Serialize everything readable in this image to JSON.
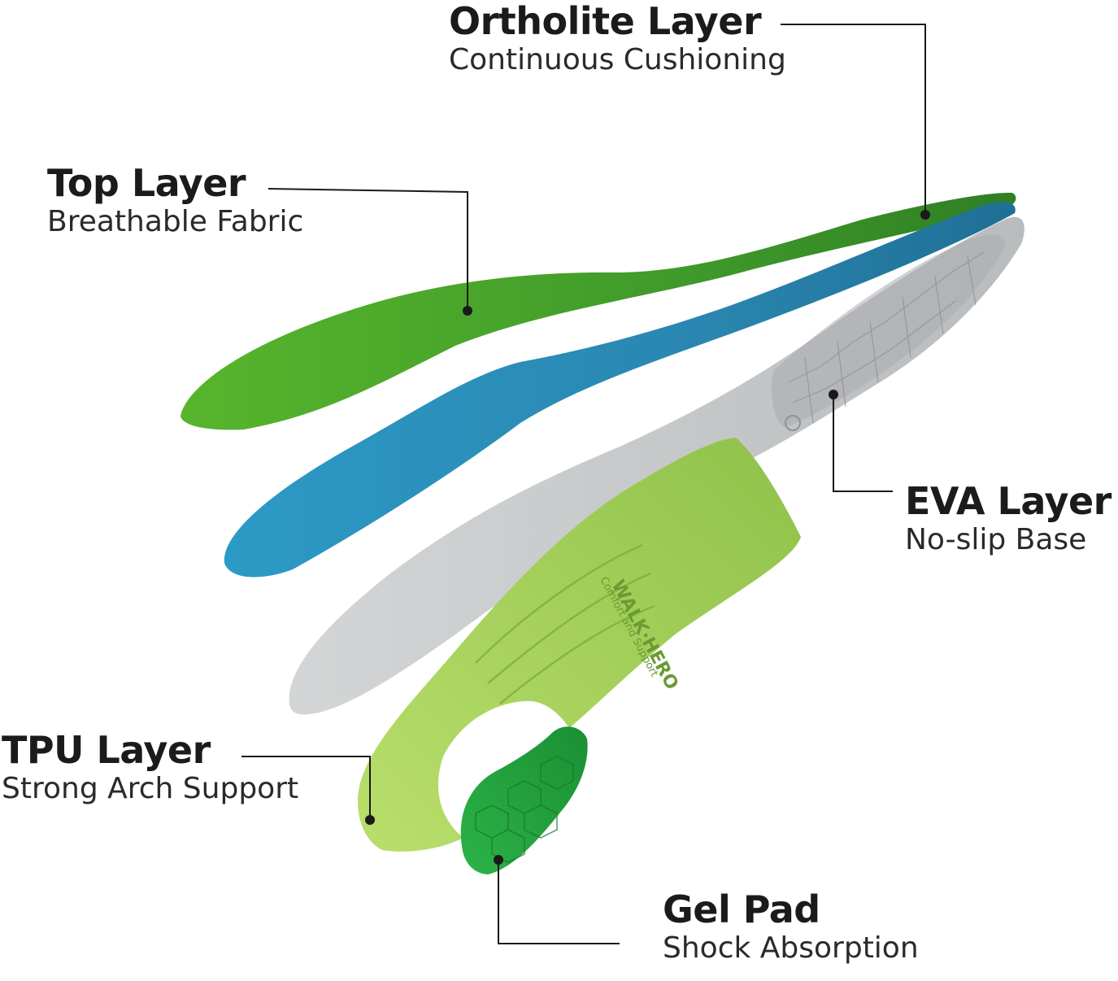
{
  "colors": {
    "top_layer": "#3f9a2a",
    "ortholite_layer": "#2a86b0",
    "eva_layer": "#c9cbcc",
    "tpu_layer": "#9fd15a",
    "gel_pad": "#22a53c",
    "callout_line": "#1a1a1a"
  },
  "callouts": {
    "ortholite": {
      "title": "Ortholite Layer",
      "subtitle": "Continuous Cushioning"
    },
    "top": {
      "title": "Top Layer",
      "subtitle": "Breathable Fabric"
    },
    "eva": {
      "title": "EVA Layer",
      "subtitle": "No-slip Base"
    },
    "tpu": {
      "title": "TPU Layer",
      "subtitle": "Strong Arch Support"
    },
    "gel": {
      "title": "Gel Pad",
      "subtitle": "Shock Absorption"
    }
  },
  "brand": {
    "logo": "WALK·HERO",
    "tagline": "Comfort and Support"
  }
}
